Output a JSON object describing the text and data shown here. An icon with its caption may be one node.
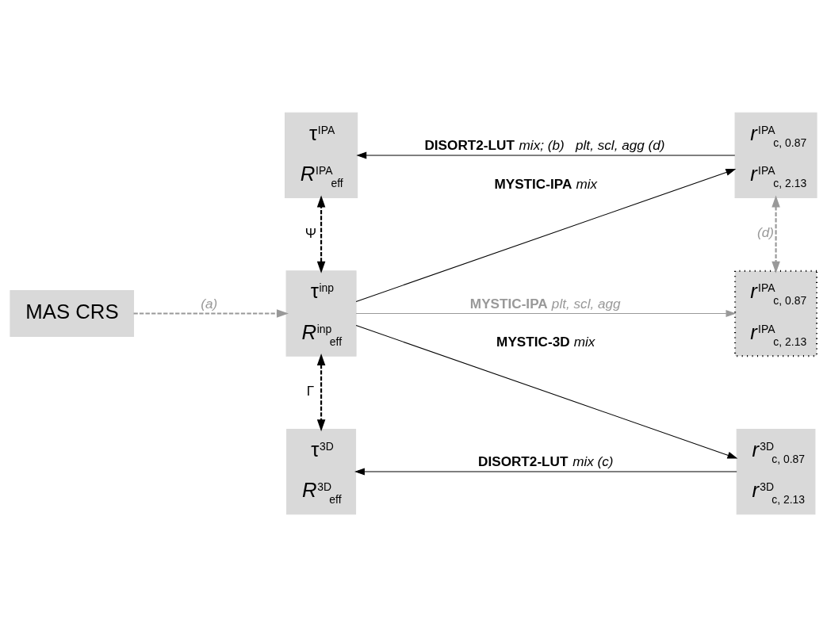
{
  "diagram": {
    "nodes": [
      {
        "text": [
          "MAS CRS"
        ]
      },
      {
        "text": [
          "τ$^{inp}$",
          "*R*$^{inp}$$_{eff}$"
        ]
      },
      {
        "text": [
          "τ$^{IPA}$",
          "*R*$^{IPA}$$_{eff}$"
        ]
      },
      {
        "text": [
          "τ$^{3D}$",
          "*R*$^{3D}$$_{eff}$"
        ]
      },
      {
        "text": [
          "*r*$^{IPA}$$_{c, 0.87}$",
          "*r*$^{IPA}$$_{c, 2.13}$"
        ]
      },
      {
        "text": [
          "*r*$^{IPA}$$_{c, 0.87}$",
          "*r*$^{IPA}$$_{c, 2.13}$"
        ]
      },
      {
        "text": [
          "*r*$^{3D}$$_{c, 0.87}$",
          "*r*$^{3D}$$_{c, 2.13}$"
        ]
      }
    ],
    "edges": [
      {
        "from": 0,
        "to": 1,
        "arrow": "to",
        "label": "*(a)*",
        "style": "dashed",
        "color": "#999999"
      },
      {
        "from": 4,
        "to": 2,
        "arrow": "to",
        "label": "**DISORT2-LUT** *mix; (b)   plt, scl, agg (d)*"
      },
      {
        "from": 1,
        "to": 2,
        "arrow": "both",
        "label": "Ψ",
        "style": "dashed"
      },
      {
        "from": 1,
        "to": 4,
        "arrow": "to",
        "label": "**MYSTIC-IPA** *mix*"
      },
      {
        "from": 4,
        "to": 5,
        "arrow": "both",
        "label": "*(d)*",
        "style": "dashed",
        "color": "#999999"
      },
      {
        "from": 1,
        "to": 5,
        "arrow": "to",
        "label": "**MYSTIC-IPA** *plt, scl, agg*",
        "color": "#999999"
      },
      {
        "from": 1,
        "to": 6,
        "arrow": "to",
        "label": "**MYSTIC-3D** *mix*"
      },
      {
        "from": 1,
        "to": 3,
        "arrow": "both",
        "label": "Γ",
        "style": "dashed"
      },
      {
        "from": 6,
        "to": 3,
        "arrow": "to",
        "label": "**DISORT2-LUT** *mix (c)*"
      }
    ]
  }
}
